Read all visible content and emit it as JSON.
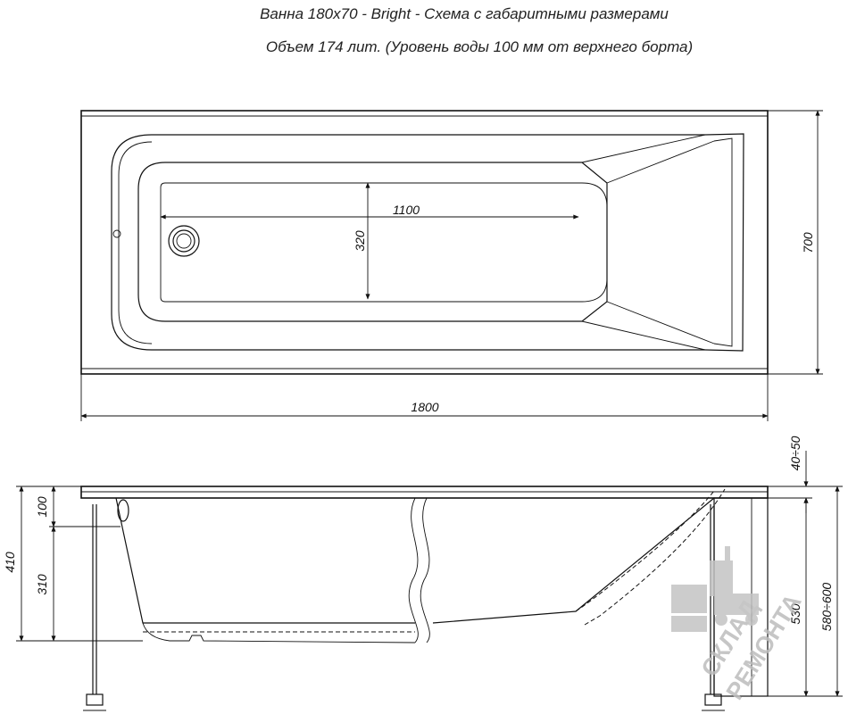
{
  "title": {
    "line1": "Ванна 180x70 - Bright - Схема с габаритными размерами",
    "line2": "Объем 174 лит. (Уровень воды 100 мм от верхнего борта)"
  },
  "top_view": {
    "dim_length": "1800",
    "dim_width": "700",
    "dim_bottom_length": "1100",
    "dim_bottom_width": "320"
  },
  "side_view": {
    "dim_height_total": "410",
    "dim_water_level": "100",
    "dim_below_water": "310",
    "dim_rim_thickness": "40÷50",
    "dim_depth": "530",
    "dim_height_with_legs": "580÷600"
  },
  "watermark": {
    "line1": "СКЛАД",
    "line2": "РЕМОНТА"
  }
}
